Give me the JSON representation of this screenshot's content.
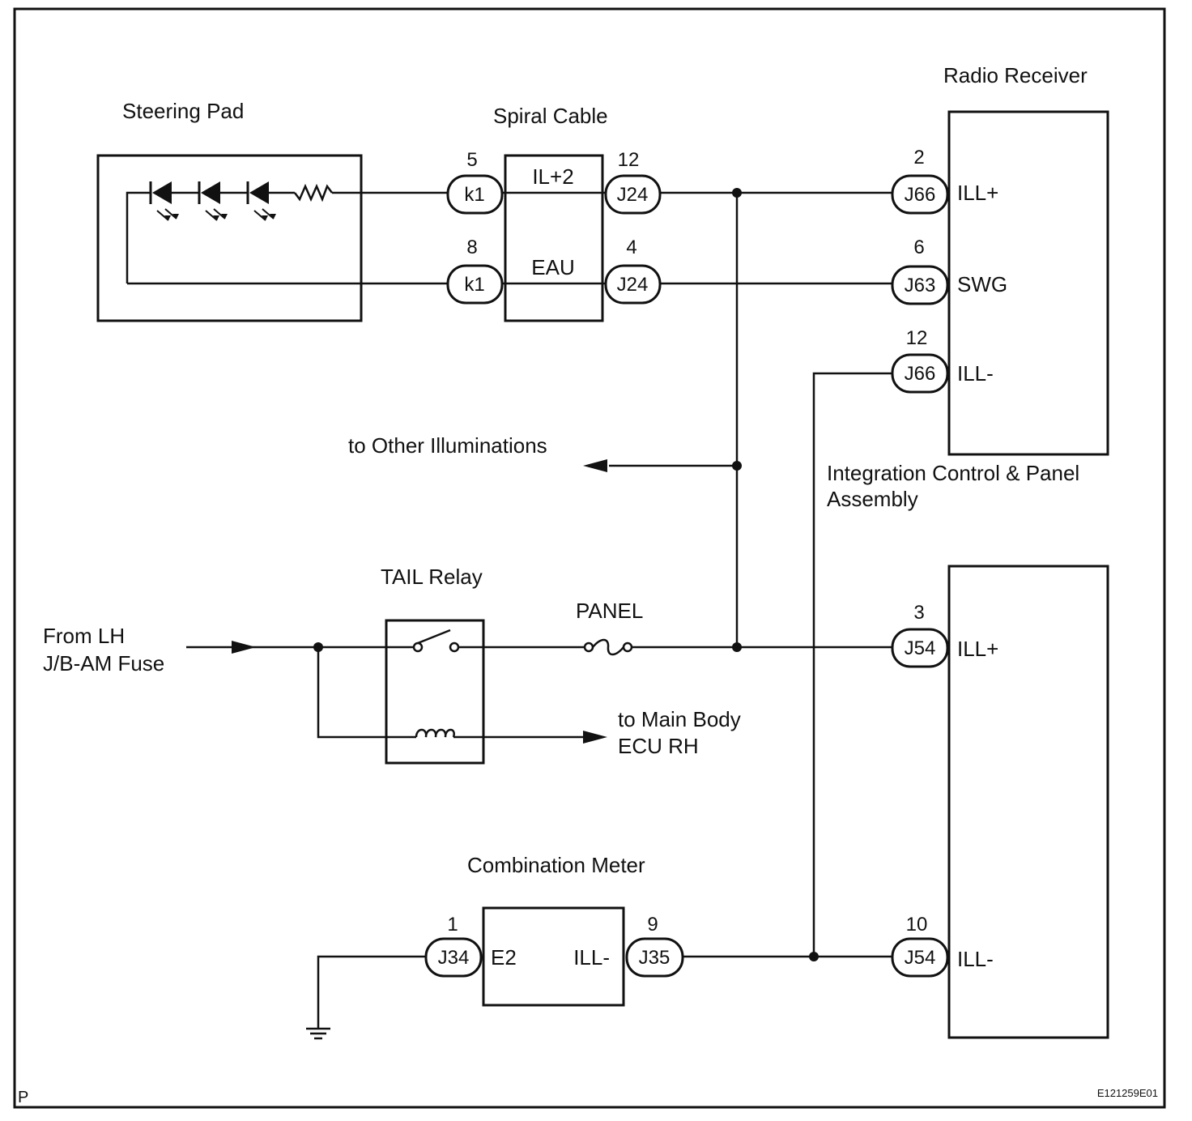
{
  "labels": {
    "steering_pad": "Steering Pad",
    "spiral_cable": "Spiral Cable",
    "radio_receiver": "Radio Receiver",
    "to_other_illuminations": "to Other Illuminations",
    "integration_line1": "Integration Control & Panel",
    "integration_line2": "Assembly",
    "tail_relay": "TAIL Relay",
    "panel_fuse": "PANEL",
    "from_line1": "From LH",
    "from_line2": "J/B-AM Fuse",
    "main_body_line1": "to Main Body",
    "main_body_line2": "ECU RH",
    "combination_meter": "Combination Meter",
    "page_marker": "P",
    "figure_code": "E121259E01"
  },
  "spiral_cable": {
    "terminal_top": "IL+2",
    "terminal_bottom": "EAU"
  },
  "radio_receiver": {
    "terminal_ill_plus": "ILL+",
    "terminal_swg": "SWG",
    "terminal_ill_minus": "ILL-"
  },
  "integration_panel": {
    "terminal_ill_plus": "ILL+",
    "terminal_ill_minus": "ILL-"
  },
  "combination_meter": {
    "terminal_e2": "E2",
    "terminal_ill_minus": "ILL-"
  },
  "connectors": {
    "k1_top": {
      "pin": "5",
      "name": "k1"
    },
    "k1_bottom": {
      "pin": "8",
      "name": "k1"
    },
    "j24_top": {
      "pin": "12",
      "name": "J24"
    },
    "j24_bottom": {
      "pin": "4",
      "name": "J24"
    },
    "j66_top": {
      "pin": "2",
      "name": "J66"
    },
    "j63": {
      "pin": "6",
      "name": "J63"
    },
    "j66_bottom": {
      "pin": "12",
      "name": "J66"
    },
    "j54_top": {
      "pin": "3",
      "name": "J54"
    },
    "j54_bottom": {
      "pin": "10",
      "name": "J54"
    },
    "j34": {
      "pin": "1",
      "name": "J34"
    },
    "j35": {
      "pin": "9",
      "name": "J35"
    }
  },
  "icons": [
    "led-icon",
    "resistor-icon",
    "relay-switch-icon",
    "relay-coil-icon",
    "fuse-icon",
    "ground-icon",
    "arrow-icon",
    "junction-dot-icon"
  ]
}
